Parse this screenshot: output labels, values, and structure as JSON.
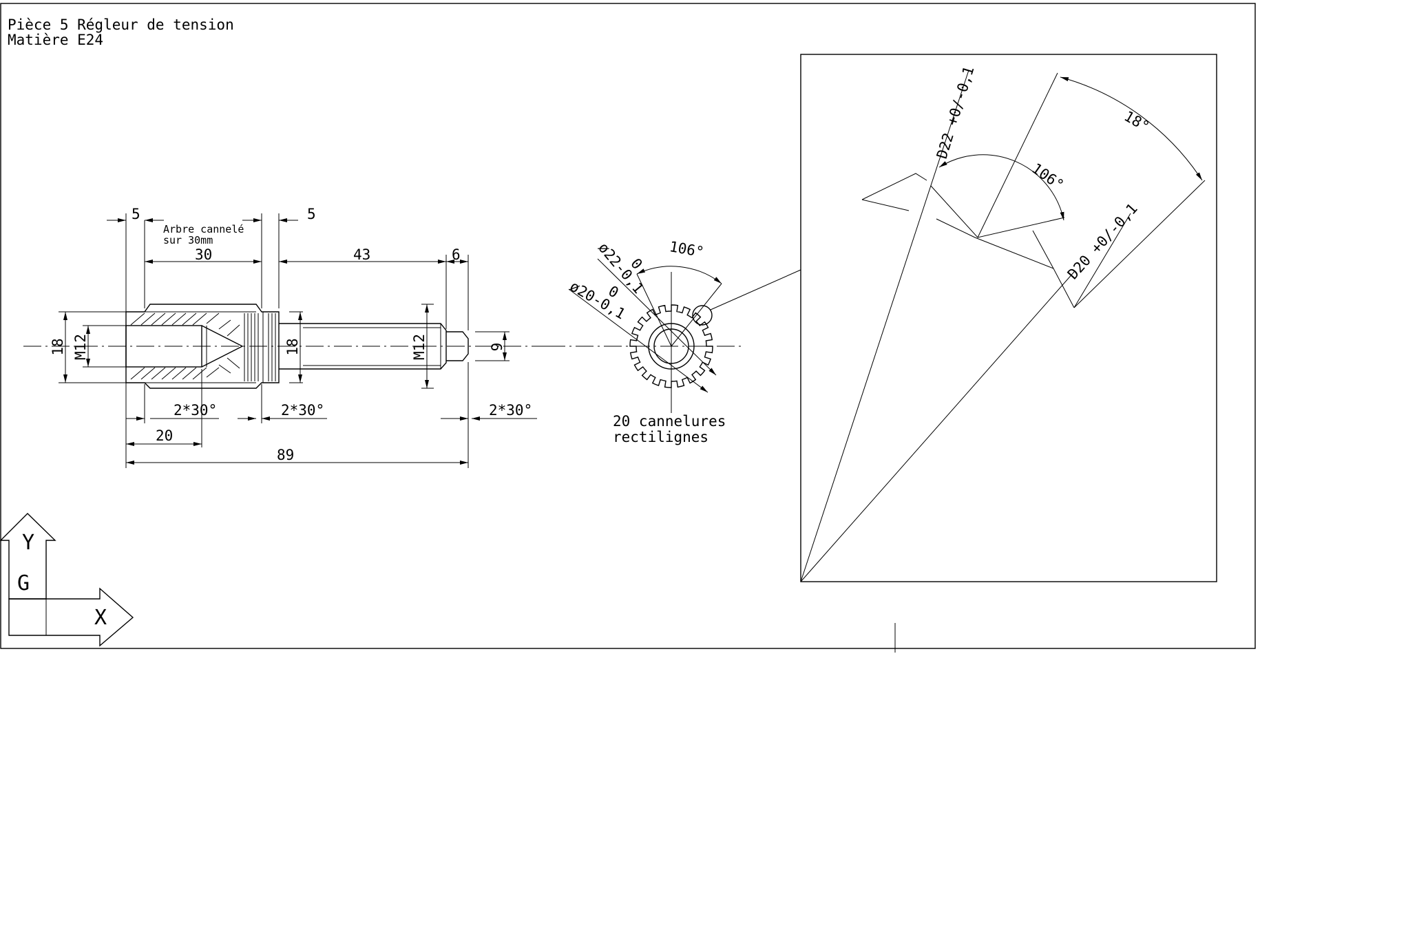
{
  "title": {
    "line1": "Pièce 5 Régleur de tension",
    "line2": "Matière E24"
  },
  "side_view": {
    "note_line1": "Arbre cannelé",
    "note_line2": "sur 30mm",
    "dims": {
      "top_left_5": "5",
      "top_right_5": "5",
      "length_30": "30",
      "length_43": "43",
      "length_6": "6",
      "dia_18_left": "18",
      "thread_m12_left": "M12",
      "dia_18_right": "18",
      "thread_m12_right": "M12",
      "dia_9": "9",
      "chamfer_1": "2*30°",
      "chamfer_2": "2*30°",
      "chamfer_3": "2*30°",
      "depth_20": "20",
      "total_89": "89"
    }
  },
  "end_view": {
    "angle": "106°",
    "dia_22_a": "ø22-0,1",
    "dia_22_b": "0",
    "dia_20_a": "ø20-0,1",
    "dia_20_b": "0",
    "note_line1": "20 cannelures",
    "note_line2": "rectilignes"
  },
  "detail_view": {
    "dia_22": "D22 +0/-0,1",
    "angle_106": "106°",
    "angle_18": "18°",
    "dia_20": "D20 +0/-0,1"
  },
  "ucs_icon": {
    "y_label": "Y",
    "g_label": "G",
    "x_label": "X"
  }
}
